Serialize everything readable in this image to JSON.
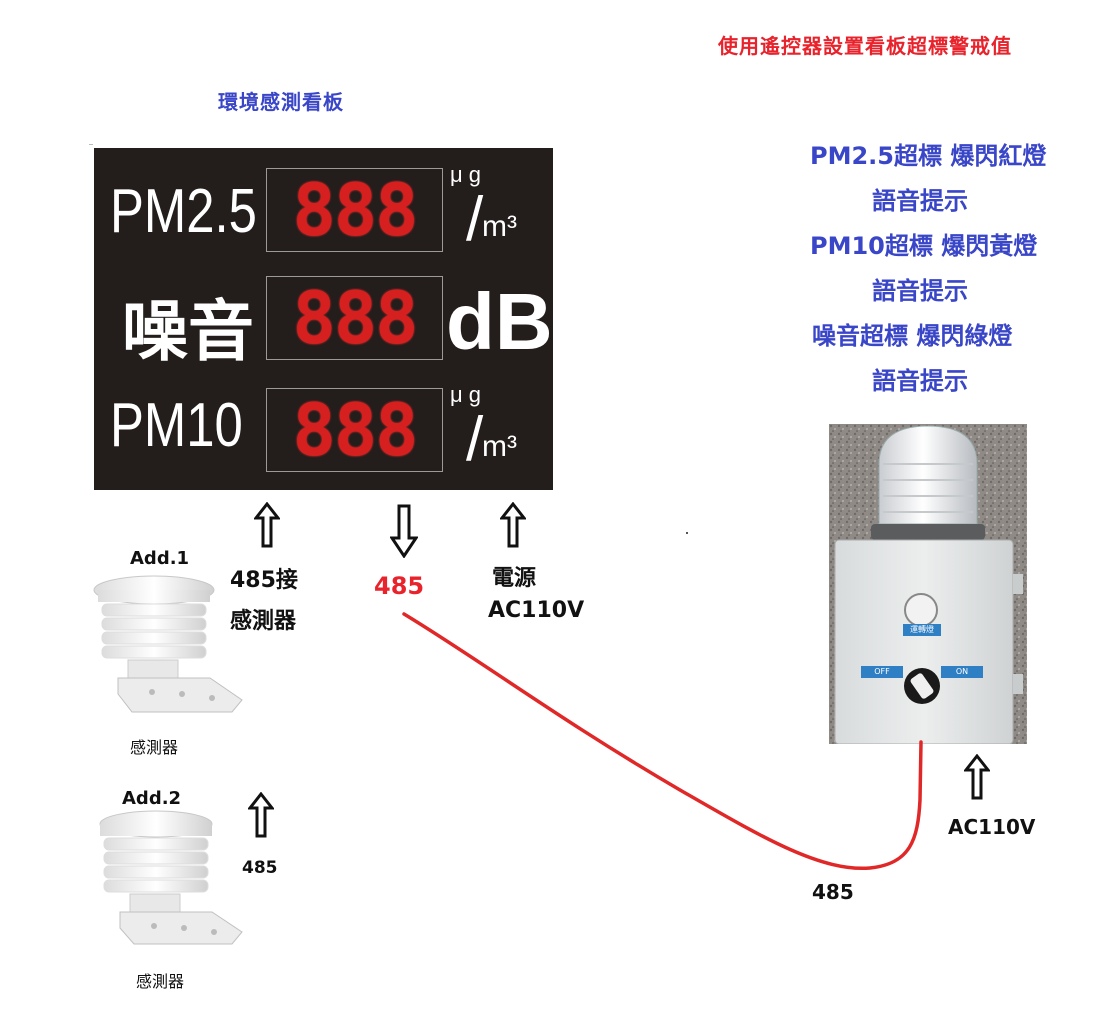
{
  "top_note": "使用遙控器設置看板超標警戒值",
  "board_title": "環境感測看板",
  "board": {
    "row1_label": "PM2.5",
    "row2_label": "噪音",
    "row3_label": "PM10",
    "digits": "888",
    "unit_mu": "μ g",
    "unit_m3": "m³",
    "unit_db": "dB"
  },
  "labels": {
    "add1": "Add.1",
    "add2": "Add.2",
    "conn_485_sensor_line1": "485接",
    "conn_485_sensor_line2": "感測器",
    "conn_485_out": "485",
    "power_line1": "電源",
    "power_line2": "AC110V",
    "sensor1_caption": "感測器",
    "sensor2_caption": "感測器",
    "add2_485": "485",
    "device_ac": "AC110V",
    "device_485": "485"
  },
  "alerts": [
    "PM2.5超標 爆閃紅燈",
    "語音提示",
    "PM10超標 爆閃黃燈",
    "語音提示",
    "噪音超標 爆閃綠燈",
    "語音提示"
  ],
  "device": {
    "run_light_label": "運轉燈",
    "off_label": "OFF",
    "on_label": "ON"
  },
  "colors": {
    "accent_red": "#e8232c",
    "accent_blue": "#3a46c8",
    "board_bg": "#231d1b",
    "led_red": "#e02020"
  }
}
